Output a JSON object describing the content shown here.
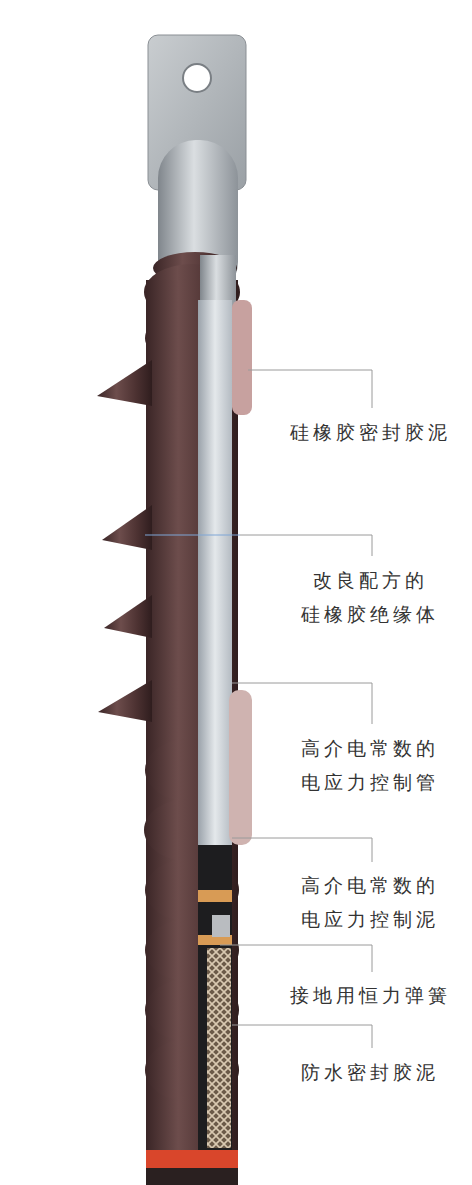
{
  "diagram": {
    "labels": [
      "硅橡胶密封胶泥",
      "改良配方的 硅橡胶绝缘体",
      "高介电常数的 电应力控制管",
      "高介电常数的 电应力控制泥",
      "接地用恒力弹簧",
      "防水密封胶泥"
    ]
  }
}
